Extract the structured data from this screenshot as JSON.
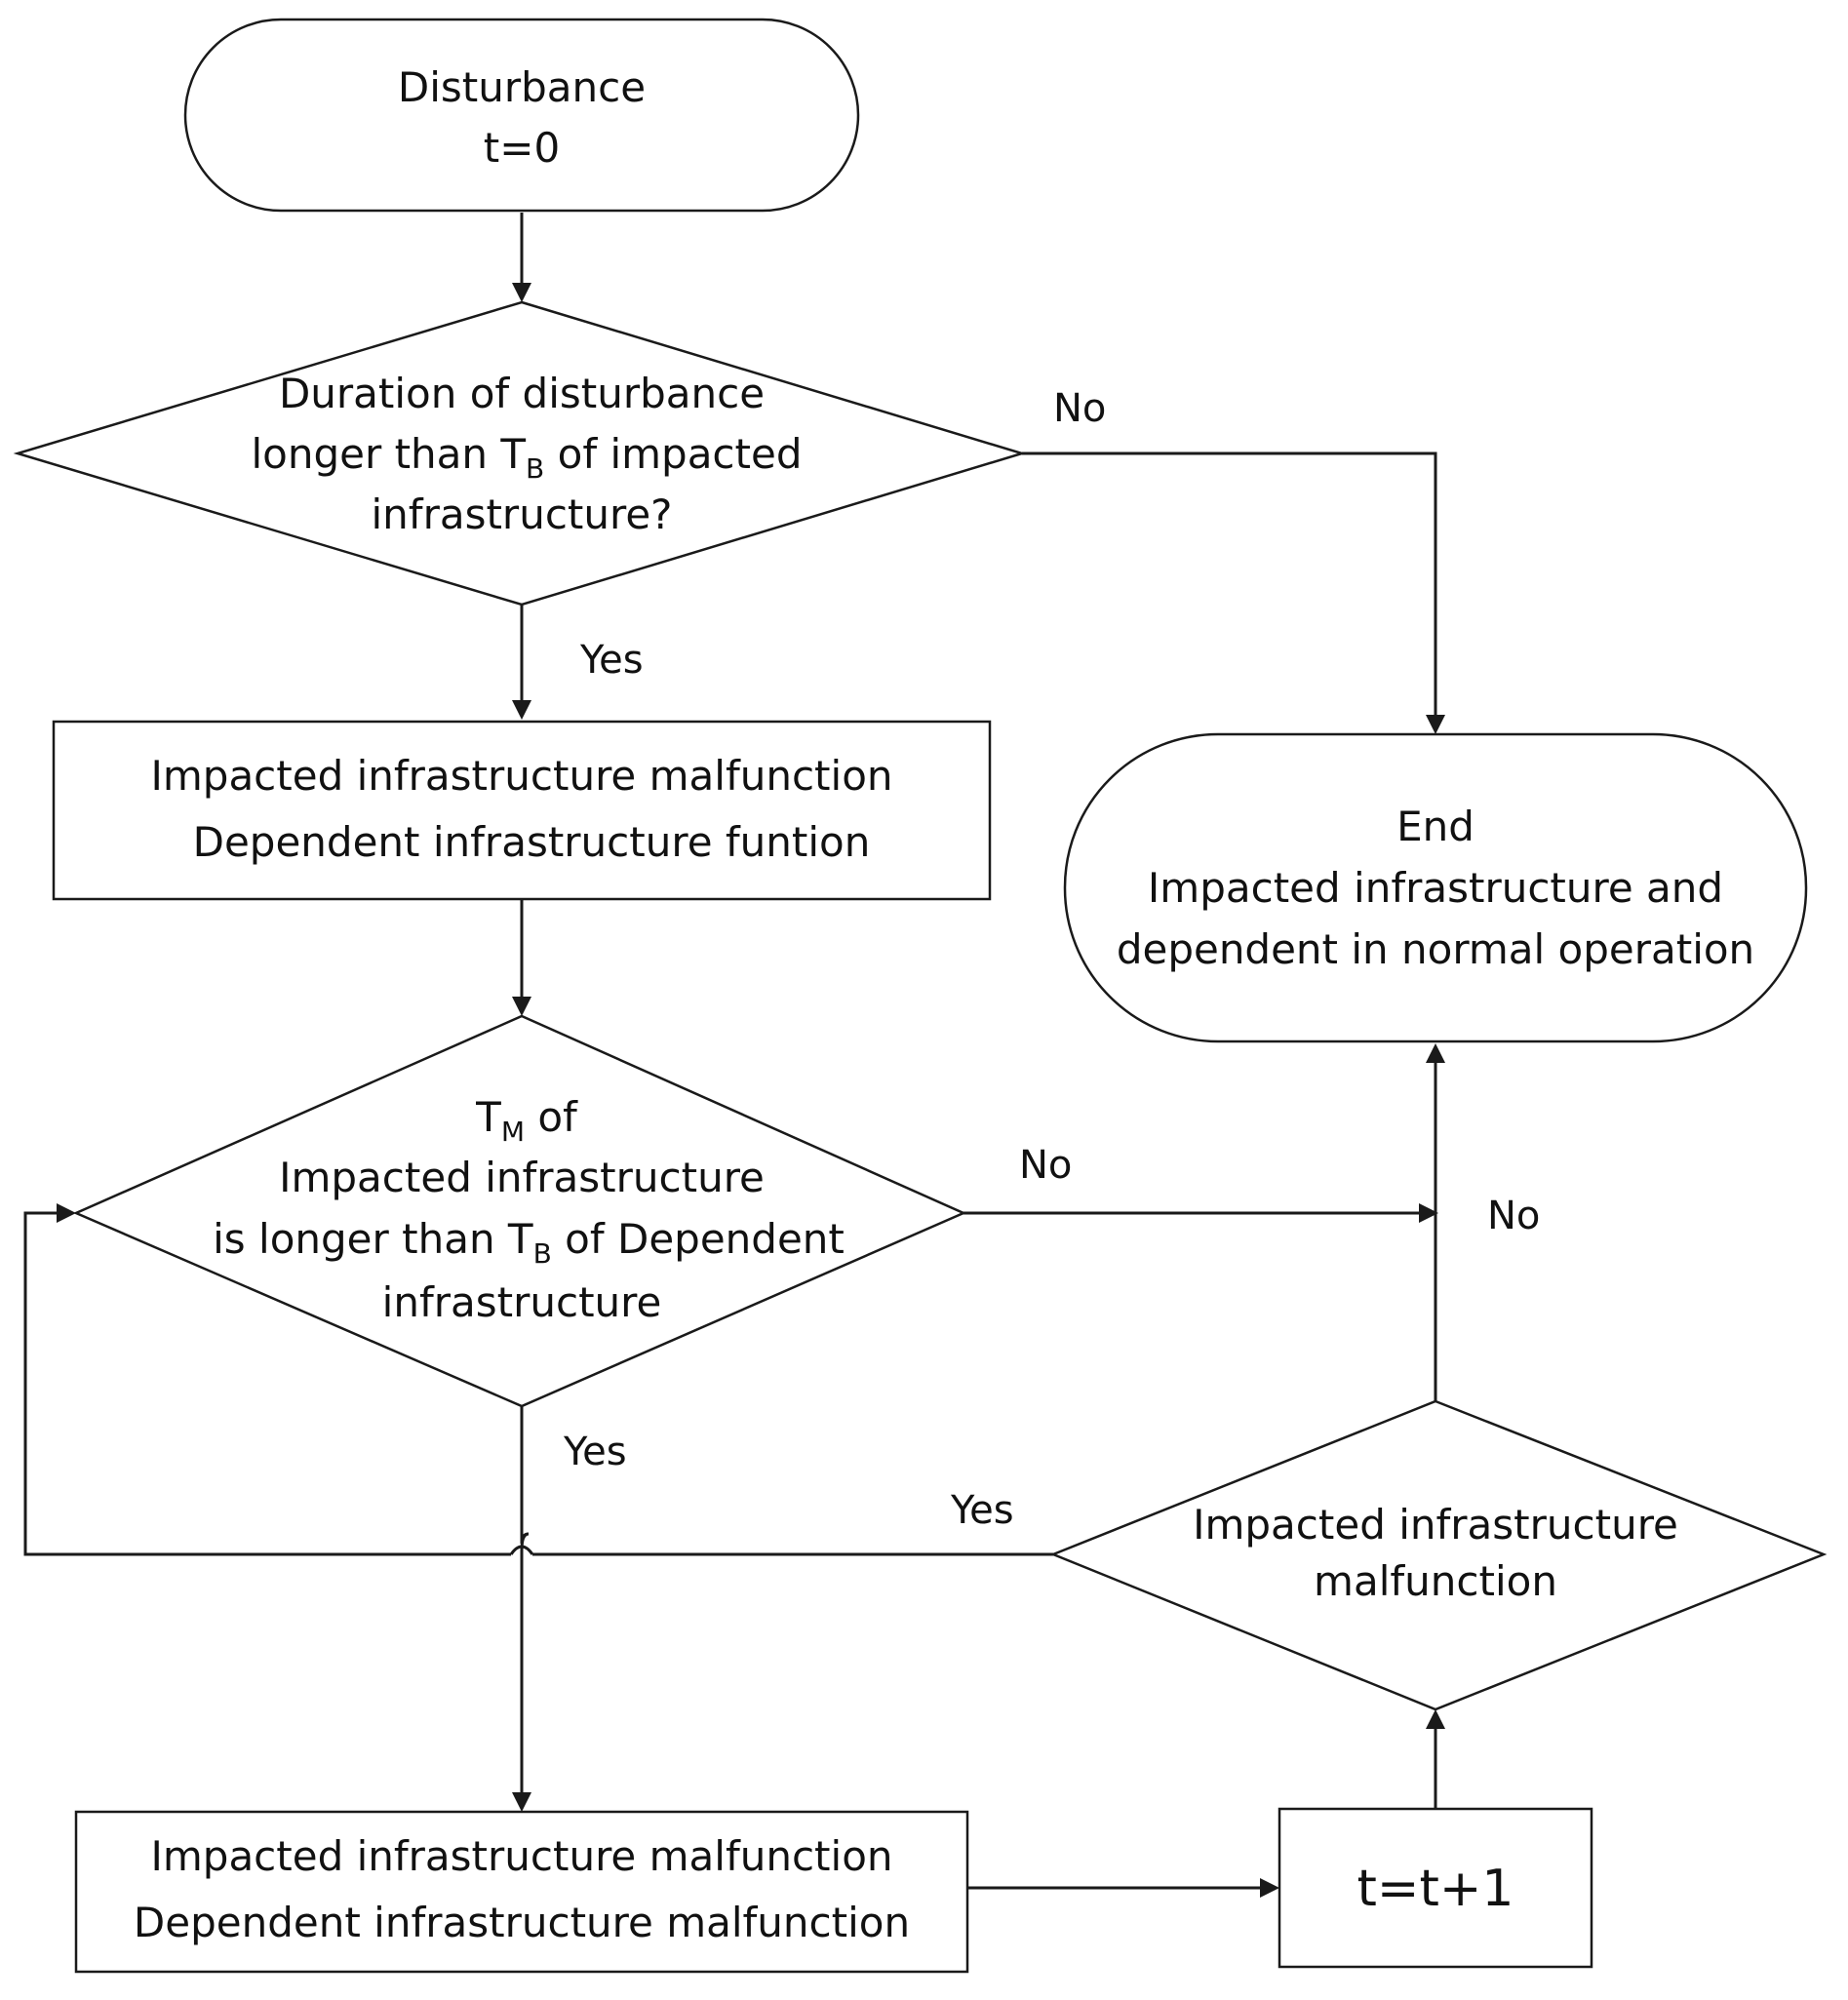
{
  "nodes": {
    "start": {
      "line1": "Disturbance",
      "line2": "t=0"
    },
    "decision1": {
      "line1": "Duration of disturbance",
      "line2_pre": "longer than T",
      "line2_sub": "B",
      "line2_post": " of impacted",
      "line3": "infrastructure?"
    },
    "process1": {
      "line1": "Impacted infrastructure malfunction",
      "line2": "Dependent infrastructure  funtion"
    },
    "end": {
      "line1": "End",
      "line2": "Impacted infrastructure and",
      "line3": "dependent in normal operation"
    },
    "decision2": {
      "line1_pre": "T",
      "line1_sub": "M",
      "line1_post": "  of",
      "line2": "Impacted infrastructure",
      "line3_pre": "is longer than T",
      "line3_sub": "B",
      "line3_post": " of  Dependent",
      "line4": "infrastructure"
    },
    "decision3": {
      "line1": "Impacted infrastructure",
      "line2": "malfunction"
    },
    "process2": {
      "line1": "Impacted infrastructure  malfunction",
      "line2": "Dependent infrastructure malfunction"
    },
    "counter": {
      "label": "t=t+1"
    }
  },
  "edge_labels": {
    "d1_no": "No",
    "d1_yes": "Yes",
    "d2_no": "No",
    "d2_yes": "Yes",
    "d3_no": "No",
    "d3_yes": "Yes"
  }
}
